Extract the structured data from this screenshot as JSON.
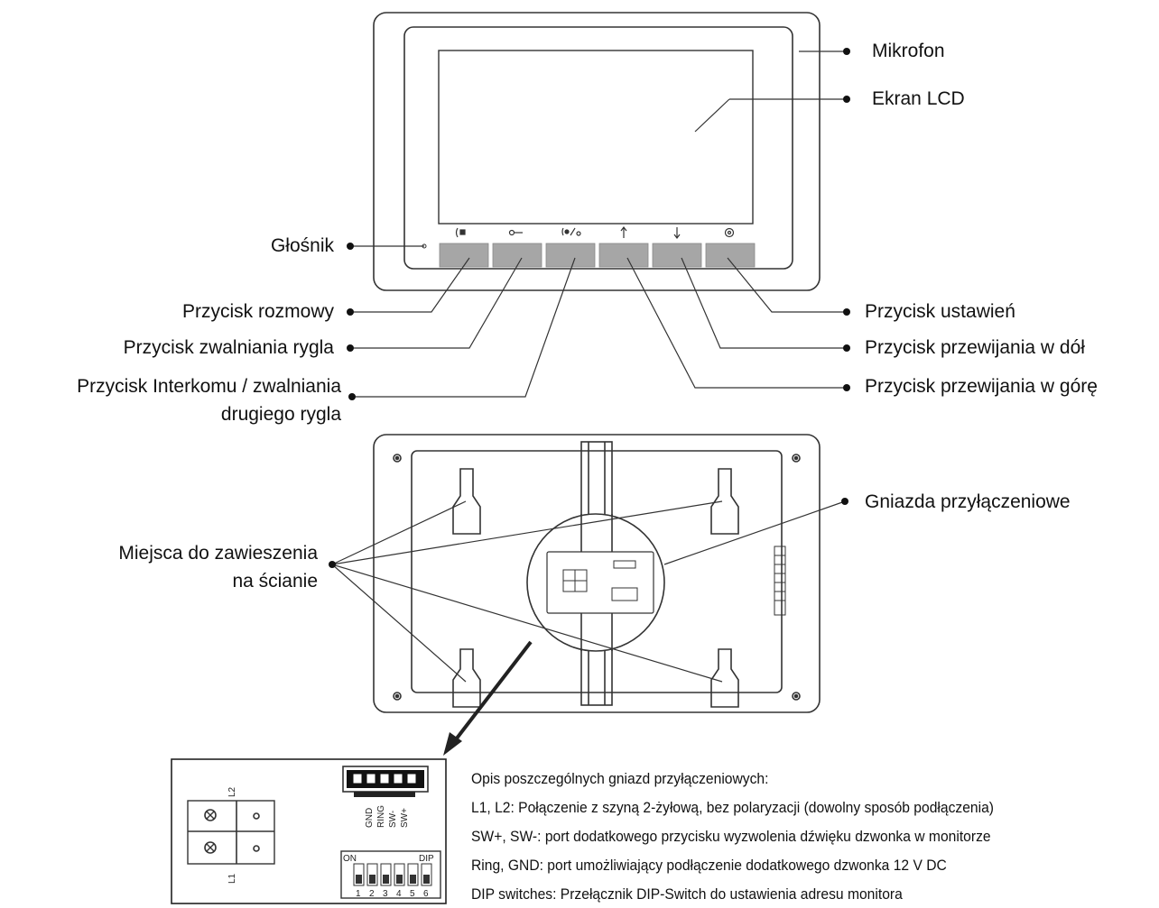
{
  "labels": {
    "mikrofon": "Mikrofon",
    "ekran": "Ekran LCD",
    "glosnik": "Głośnik",
    "rozmowy": "Przycisk rozmowy",
    "rygiel": "Przycisk zwalniania rygla",
    "interkom_1": "Przycisk Interkomu / zwalniania",
    "interkom_2": "drugiego rygla",
    "ustawien": "Przycisk ustawień",
    "w_dol": "Przycisk przewijania w dół",
    "w_gore": "Przycisk przewijania w górę",
    "gniazda": "Gniazda przyłączeniowe",
    "miejsca_1": "Miejsca do zawieszenia",
    "miejsca_2": "na ścianie"
  },
  "connector": {
    "L1": "L1",
    "L2": "L2",
    "GND": "GND",
    "RING": "RING",
    "SW_minus": "SW-",
    "SW_plus": "SW+",
    "ON": "ON",
    "DIP": "DIP",
    "dip_numbers": [
      "1",
      "2",
      "3",
      "4",
      "5",
      "6"
    ]
  },
  "description": {
    "title": "Opis poszczególnych gniazd przyłączeniowych:",
    "lines": [
      "L1, L2: Połączenie z szyną 2-żyłową, bez polaryzacji (dowolny sposób podłączenia)",
      "SW+, SW-: port dodatkowego przycisku wyzwolenia dźwięku dzwonka w  monitorze",
      "Ring, GND: port umożliwiający podłączenie dodatkowego dzwonka 12 V DC",
      "DIP switches: Przełącznik DIP-Switch do ustawienia adresu monitora"
    ]
  },
  "icons": [
    "handset-icon",
    "key-icon",
    "intercom-key-icon",
    "arrow-up-icon",
    "arrow-down-icon",
    "settings-icon"
  ]
}
